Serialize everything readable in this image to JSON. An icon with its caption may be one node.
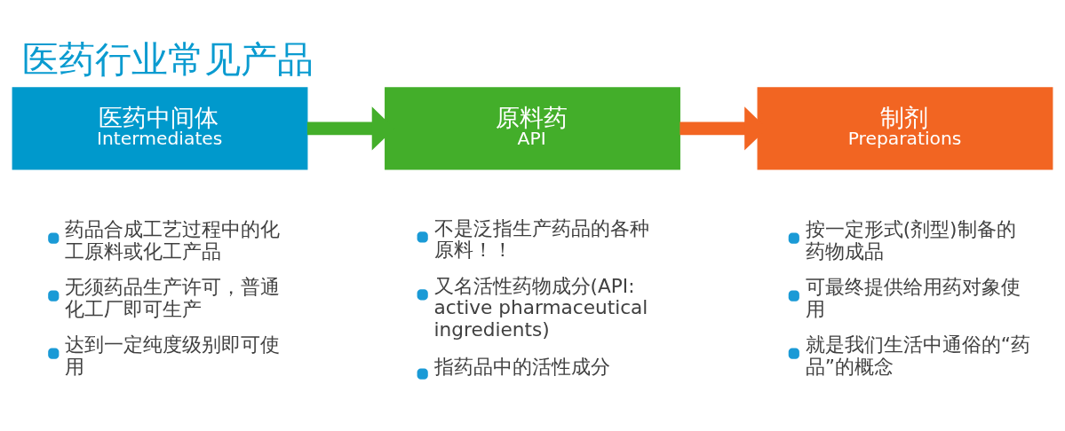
{
  "diagram": {
    "title": "医药行业常见产品",
    "nodes": [
      {
        "text": [
          "医药中间体",
          "Intermediates"
        ],
        "beside": [
          "药品合成工艺过程中的化工原料或化工产品",
          "无须药品生产许可，普通化工厂即可生产",
          "达到一定纯度级别即可使用"
        ]
      },
      {
        "text": [
          "原料药",
          "API"
        ],
        "beside": [
          "不是泛指生产药品的各种原料！！",
          "又名活性药物成分(API: active pharmaceutical ingredients)",
          "指药品中的活性成分"
        ]
      },
      {
        "text": [
          "制剂",
          "Preparations"
        ],
        "beside": [
          "按一定形式(剂型)制备的药物成品",
          "可最终提供给用药对象使用",
          "就是我们生活中通俗的“药品”的概念"
        ]
      }
    ],
    "edges": [
      {
        "from": 0,
        "to": 1,
        "arrow": "to",
        "color": "#43ae2a"
      },
      {
        "from": 1,
        "to": 2,
        "arrow": "to",
        "color": "#f26522"
      }
    ]
  }
}
